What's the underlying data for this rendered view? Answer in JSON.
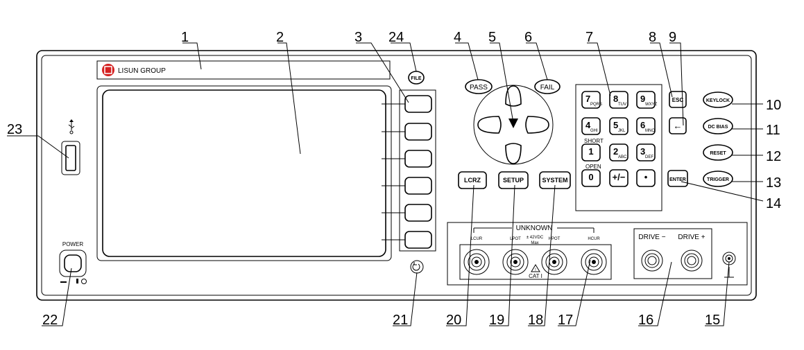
{
  "brand": {
    "name": "LISUN GROUP",
    "logo_color": "#d42020"
  },
  "callouts": [
    "1",
    "2",
    "3",
    "24",
    "4",
    "5",
    "6",
    "7",
    "8",
    "9",
    "10",
    "11",
    "12",
    "13",
    "14",
    "23",
    "22",
    "21",
    "20",
    "19",
    "18",
    "17",
    "16",
    "15"
  ],
  "keys": {
    "file": "FILE",
    "pass": "PASS",
    "fail": "FAIL",
    "esc": "ESC",
    "keylock": "KEYLOCK",
    "dc_bias": "DC BIAS",
    "reset": "RESET",
    "trigger": "TRIGGER",
    "enter": "ENTER",
    "lcrz": "LCRZ",
    "setup": "SETUP",
    "system": "SYSTEM",
    "backspace_symbol": "←",
    "power": "POWER",
    "short": "SHORT",
    "open": "OPEN"
  },
  "keypad": [
    {
      "digit": "7",
      "sub": "PQRS"
    },
    {
      "digit": "8",
      "sub": "TUV"
    },
    {
      "digit": "9",
      "sub": "WXYZ"
    },
    {
      "digit": "4",
      "sub": "GHI"
    },
    {
      "digit": "5",
      "sub": "JKL"
    },
    {
      "digit": "6",
      "sub": "MNO"
    },
    {
      "digit": "1",
      "sub": ""
    },
    {
      "digit": "2",
      "sub": "ABC"
    },
    {
      "digit": "3",
      "sub": "DEF"
    },
    {
      "digit": "0",
      "sub": ""
    },
    {
      "digit": "+/−",
      "sub": ""
    },
    {
      "digit": "•",
      "sub": ""
    }
  ],
  "terminals": {
    "unknown": "UNKNOWN",
    "lcur": "LCUR",
    "lpot": "LPOT",
    "hpot": "HPOT",
    "hcur": "HCUR",
    "max_voltage": "± 42VDC",
    "max": "Max",
    "cat": "CAT I",
    "drive_minus": "DRIVE −",
    "drive_plus": "DRIVE +"
  }
}
